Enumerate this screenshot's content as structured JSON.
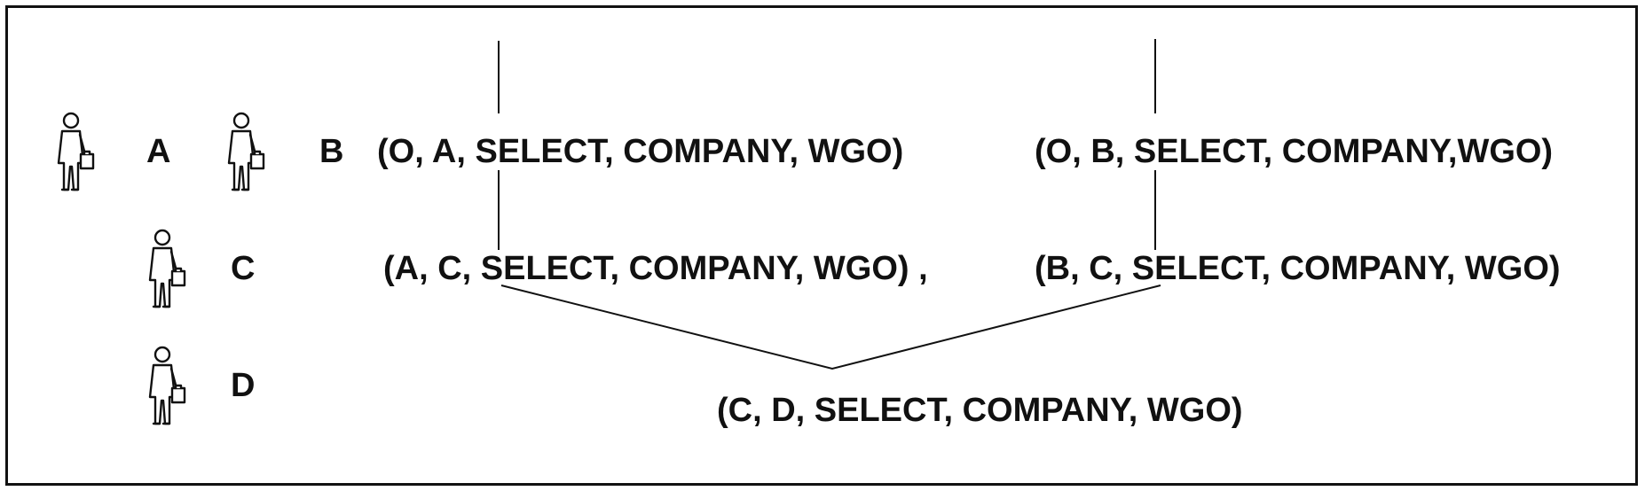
{
  "users": [
    {
      "id": "A",
      "label": "A"
    },
    {
      "id": "B",
      "label": "B"
    },
    {
      "id": "C",
      "label": "C"
    },
    {
      "id": "D",
      "label": "D"
    }
  ],
  "tuples": {
    "o_a": "(O, A, SELECT, COMPANY, WGO)",
    "o_b": "(O, B, SELECT, COMPANY,WGO)",
    "a_c": "(A, C, SELECT, COMPANY, WGO) ,",
    "b_c": "(B, C, SELECT, COMPANY, WGO)",
    "c_d": "(C, D, SELECT, COMPANY, WGO)"
  },
  "icon": "person-with-briefcase-icon",
  "colors": {
    "ink": "#111111",
    "background": "#ffffff"
  }
}
